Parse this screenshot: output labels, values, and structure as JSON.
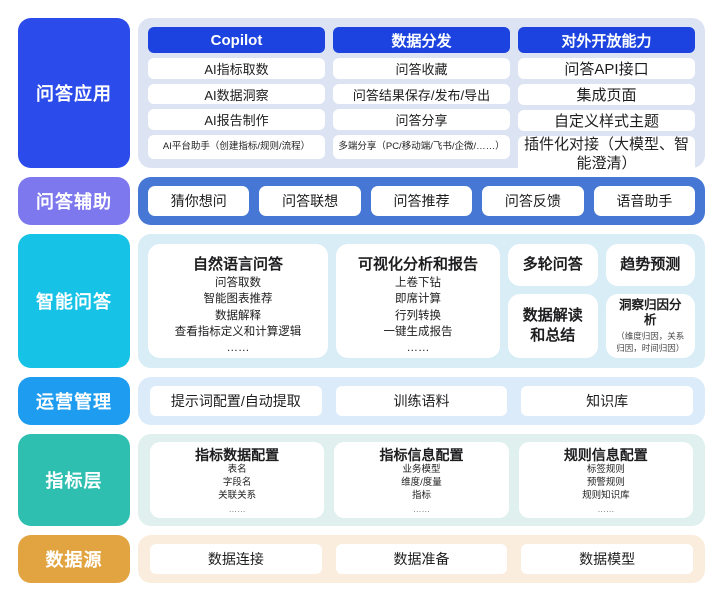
{
  "layers": {
    "apps": {
      "label": "问答应用",
      "columns": [
        {
          "header": "Copilot",
          "items": [
            "AI指标取数",
            "AI数据洞察",
            "AI报告制作"
          ],
          "footnote": "AI平台助手（创建指标/规则/流程）"
        },
        {
          "header": "数据分发",
          "items": [
            "问答收藏",
            "问答结果保存/发布/导出",
            "问答分享"
          ],
          "footnote": "多端分享（PC/移动端/飞书/企微/……）"
        },
        {
          "header": "对外开放能力",
          "items": [
            "问答API接口",
            "集成页面",
            "自定义样式主题"
          ],
          "footnote": "插件化对接（大模型、智能澄清）"
        }
      ]
    },
    "assist": {
      "label": "问答辅助",
      "buttons": [
        "猜你想问",
        "问答联想",
        "问答推荐",
        "问答反馈",
        "语音助手"
      ]
    },
    "qa": {
      "label": "智能问答",
      "card_nlq": {
        "title": "自然语言问答",
        "lines": [
          "问答取数",
          "智能图表推荐",
          "数据解释",
          "查看指标定义和计算逻辑",
          "……"
        ]
      },
      "card_viz": {
        "title": "可视化分析和报告",
        "lines": [
          "上卷下钻",
          "即席计算",
          "行列转换",
          "一键生成报告",
          "……"
        ]
      },
      "card_multi_turn": "多轮问答",
      "card_trend": "趋势预测",
      "card_interpret": "数据解读和总结",
      "card_attribution": {
        "title": "洞察归因分析",
        "note": "（维度归因，关系归因，时间归因）"
      }
    },
    "ops": {
      "label": "运营管理",
      "buttons": [
        "提示词配置/自动提取",
        "训练语料",
        "知识库"
      ]
    },
    "metrics": {
      "label": "指标层",
      "cards": [
        {
          "title": "指标数据配置",
          "lines": [
            "表名",
            "字段名",
            "关联关系"
          ],
          "dots": "……"
        },
        {
          "title": "指标信息配置",
          "lines": [
            "业务模型",
            "维度/度量",
            "指标"
          ],
          "dots": "……"
        },
        {
          "title": "规则信息配置",
          "lines": [
            "标签规则",
            "预警规则",
            "规则知识库"
          ],
          "dots": "……"
        }
      ]
    },
    "source": {
      "label": "数据源",
      "buttons": [
        "数据连接",
        "数据准备",
        "数据模型"
      ]
    }
  },
  "colors": {
    "label_apps": "#2B4BEB",
    "label_assist": "#7E78EE",
    "label_qa": "#16C2E5",
    "label_ops": "#1E9CF0",
    "label_metrics": "#2FBFB1",
    "label_source": "#E2A440",
    "header_pill_blue": "#1C43DF",
    "assist_container_blue": "#4677D4",
    "apps_container": "#DCE3F2",
    "qa_container": "#D8EDF6",
    "ops_container": "#DBEBF9",
    "metrics_container": "#DFF0EE",
    "source_container": "#FAEDDD",
    "card_white": "#FFFFFF"
  }
}
